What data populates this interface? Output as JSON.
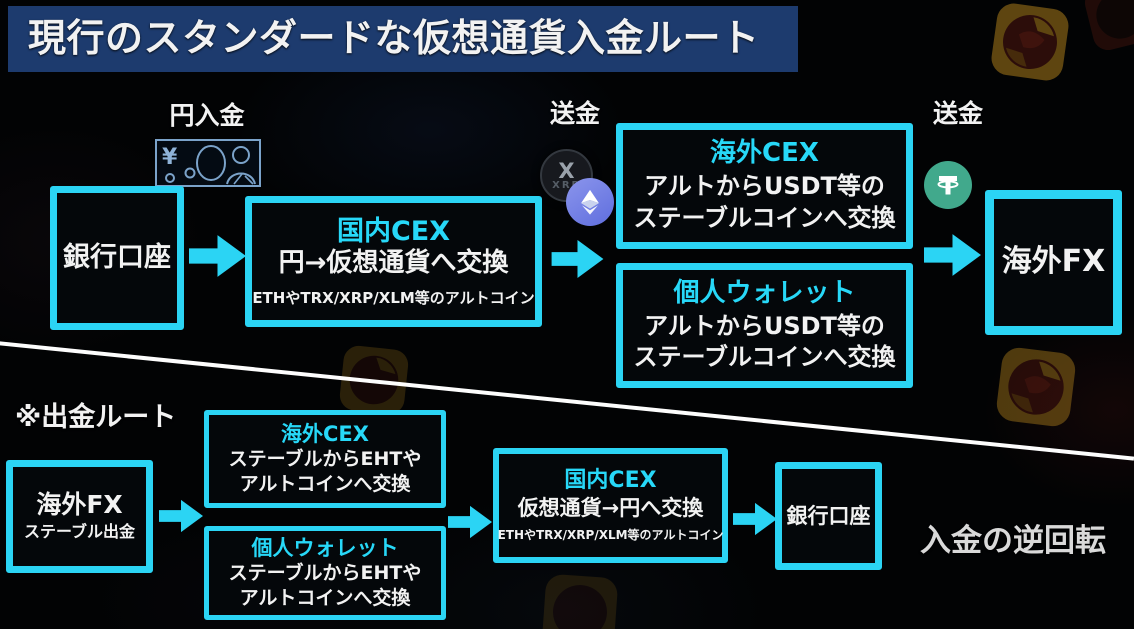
{
  "title": "現行のスタンダードな仮想通貨入金ルート",
  "labels": {
    "yen_deposit": "円入金",
    "send_mid": "送金",
    "send_right": "送金",
    "withdraw_heading": "※出金ルート",
    "reverse_note": "入金の逆回転"
  },
  "deposit_route": {
    "bank": "銀行口座",
    "domestic_cex": {
      "title": "国内CEX",
      "line1": "円→仮想通貨へ交換",
      "line2": "ETHやTRX/XRP/XLM等のアルトコイン"
    },
    "overseas_cex": {
      "title": "海外CEX",
      "line1": "アルトからUSDT等の",
      "line2": "ステーブルコインへ交換"
    },
    "personal_wallet": {
      "title": "個人ウォレット",
      "line1": "アルトからUSDT等の",
      "line2": "ステーブルコインへ交換"
    },
    "overseas_fx": "海外FX"
  },
  "withdraw_route": {
    "overseas_fx": {
      "title": "海外FX",
      "line1": "ステーブル出金"
    },
    "overseas_cex": {
      "title": "海外CEX",
      "line1": "ステーブルからEHTや",
      "line2": "アルトコインへ交換"
    },
    "personal_wallet": {
      "title": "個人ウォレット",
      "line1": "ステーブルからEHTや",
      "line2": "アルトコインへ交換"
    },
    "domestic_cex": {
      "title": "国内CEX",
      "line1": "仮想通貨→円へ交換",
      "line2": "ETHやTRX/XRP/XLM等のアルトコイン"
    },
    "bank": "銀行口座"
  },
  "icons": {
    "xrp_label": "XRP",
    "xrp": "xrp-coin",
    "eth": "ethereum-coin",
    "usdt": "tether-coin",
    "banknote": "yen-banknote"
  },
  "colors": {
    "accent_cyan": "#2BD4F4",
    "banner_blue": "#1D3B6E",
    "tether_green": "#41A98C",
    "eth_purple": "#7584E6",
    "text_white": "#F2F2F2"
  }
}
